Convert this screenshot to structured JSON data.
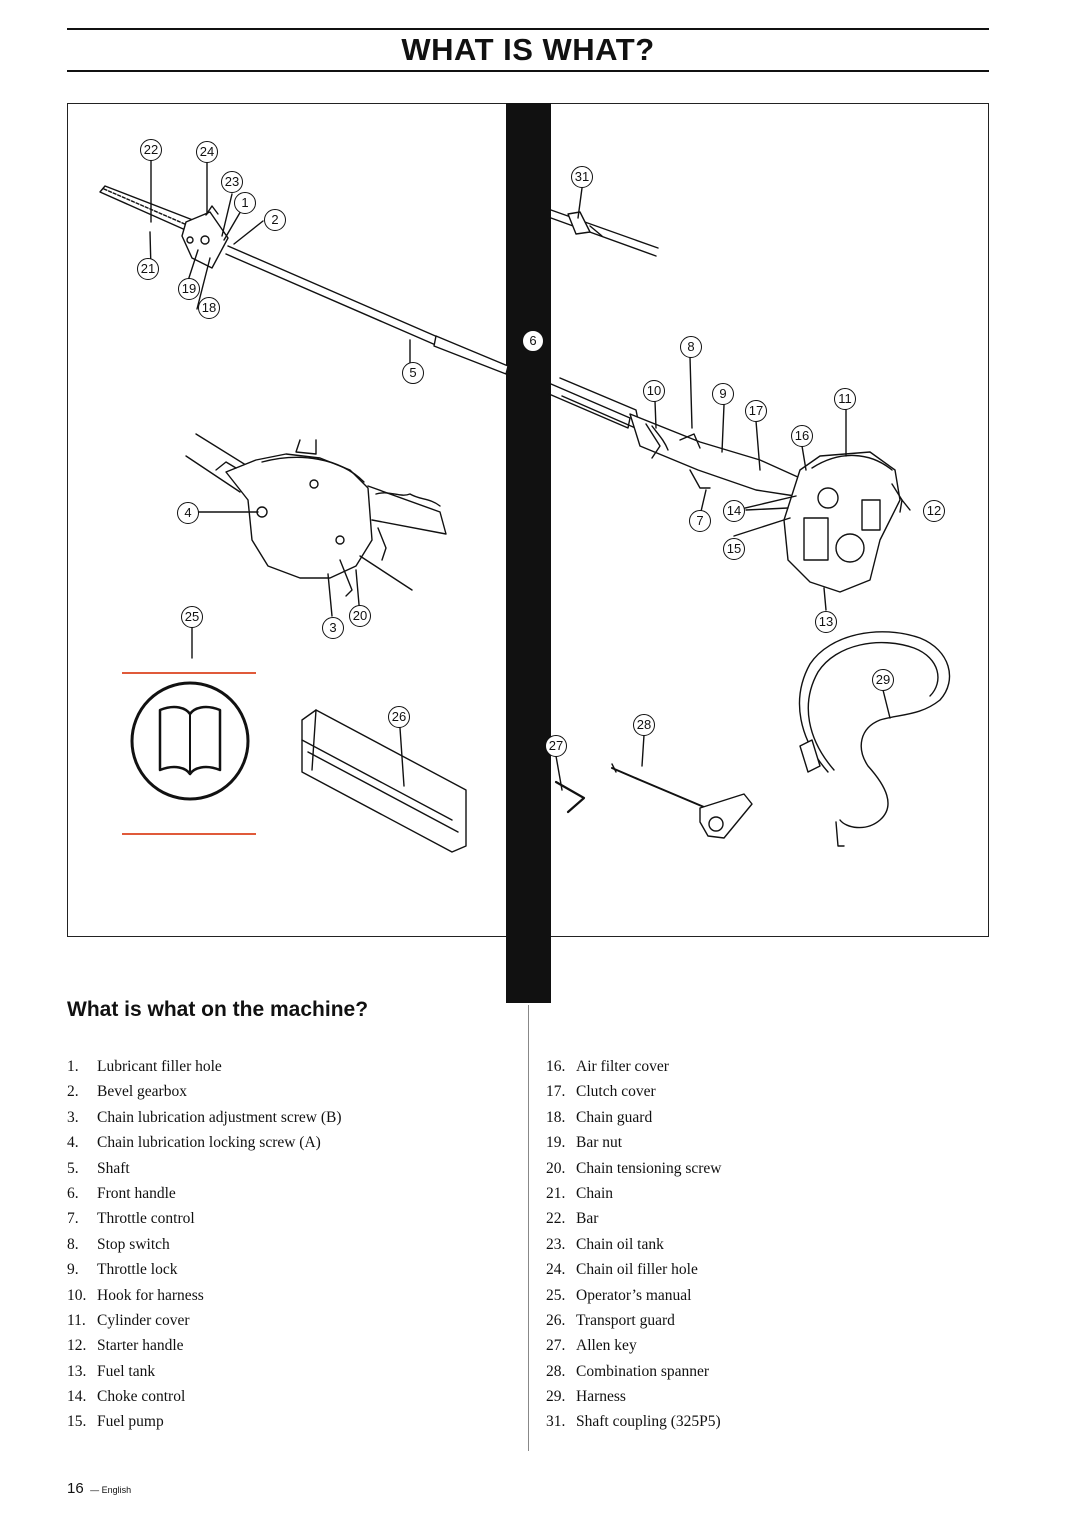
{
  "header": {
    "title": "WHAT IS WHAT?"
  },
  "figure": {
    "callouts": [
      "1",
      "2",
      "3",
      "4",
      "5",
      "6",
      "7",
      "8",
      "9",
      "10",
      "11",
      "12",
      "13",
      "14",
      "15",
      "16",
      "17",
      "18",
      "19",
      "20",
      "21",
      "22",
      "23",
      "24",
      "25",
      "26",
      "27",
      "28",
      "29",
      "31"
    ]
  },
  "section": {
    "title": "What is what on the machine?"
  },
  "parts_left": [
    {
      "num": "1.",
      "label": "Lubricant filler hole"
    },
    {
      "num": "2.",
      "label": "Bevel gearbox"
    },
    {
      "num": "3.",
      "label": "Chain lubrication adjustment screw (B)"
    },
    {
      "num": "4.",
      "label": "Chain lubrication locking screw (A)"
    },
    {
      "num": "5.",
      "label": "Shaft"
    },
    {
      "num": "6.",
      "label": "Front handle"
    },
    {
      "num": "7.",
      "label": "Throttle control"
    },
    {
      "num": "8.",
      "label": "Stop switch"
    },
    {
      "num": "9.",
      "label": "Throttle lock"
    },
    {
      "num": "10.",
      "label": "Hook for harness"
    },
    {
      "num": "11.",
      "label": "Cylinder cover"
    },
    {
      "num": "12.",
      "label": "Starter handle"
    },
    {
      "num": "13.",
      "label": "Fuel tank"
    },
    {
      "num": "14.",
      "label": "Choke control"
    },
    {
      "num": "15.",
      "label": "Fuel pump"
    }
  ],
  "parts_right": [
    {
      "num": "16.",
      "label": "Air filter cover"
    },
    {
      "num": "17.",
      "label": "Clutch cover"
    },
    {
      "num": "18.",
      "label": "Chain guard"
    },
    {
      "num": "19.",
      "label": "Bar nut"
    },
    {
      "num": "20.",
      "label": "Chain tensioning screw"
    },
    {
      "num": "21.",
      "label": "Chain"
    },
    {
      "num": "22.",
      "label": "Bar"
    },
    {
      "num": "23.",
      "label": "Chain oil tank"
    },
    {
      "num": "24.",
      "label": "Chain oil filler hole"
    },
    {
      "num": "25.",
      "label": "Operator’s manual"
    },
    {
      "num": "26.",
      "label": "Transport guard"
    },
    {
      "num": "27.",
      "label": "Allen key"
    },
    {
      "num": "28.",
      "label": "Combination spanner"
    },
    {
      "num": "29.",
      "label": "Harness"
    },
    {
      "num": "31.",
      "label": "Shaft coupling (325P5)"
    }
  ],
  "footer": {
    "page_number": "16",
    "language": "— English"
  },
  "colors": {
    "manual_rule": "#e05a3a",
    "ink": "#111111"
  }
}
